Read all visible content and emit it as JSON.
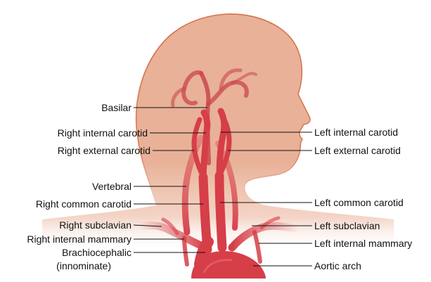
{
  "colors": {
    "skin": "#e8b198",
    "skin_outline": "#d5704a",
    "artery": "#d63e48",
    "artery_deep": "#b8232f",
    "leader": "#111111"
  },
  "labels": {
    "basilar": "Basilar",
    "right_internal_carotid": "Right internal carotid",
    "right_external_carotid": "Right external carotid",
    "vertebral": "Vertebral",
    "right_common_carotid": "Right common carotid",
    "right_subclavian": "Right subclavian",
    "right_internal_mammary": "Right internal mammary",
    "brachiocephalic_line1": "Brachiocephalic",
    "brachiocephalic_line2": "(innominate)",
    "left_internal_carotid": "Left internal carotid",
    "left_external_carotid": "Left external carotid",
    "left_common_carotid": "Left common carotid",
    "left_subclavian": "Left subclavian",
    "left_internal_mammary": "Left internal mammary",
    "aortic_arch": "Aortic arch"
  }
}
